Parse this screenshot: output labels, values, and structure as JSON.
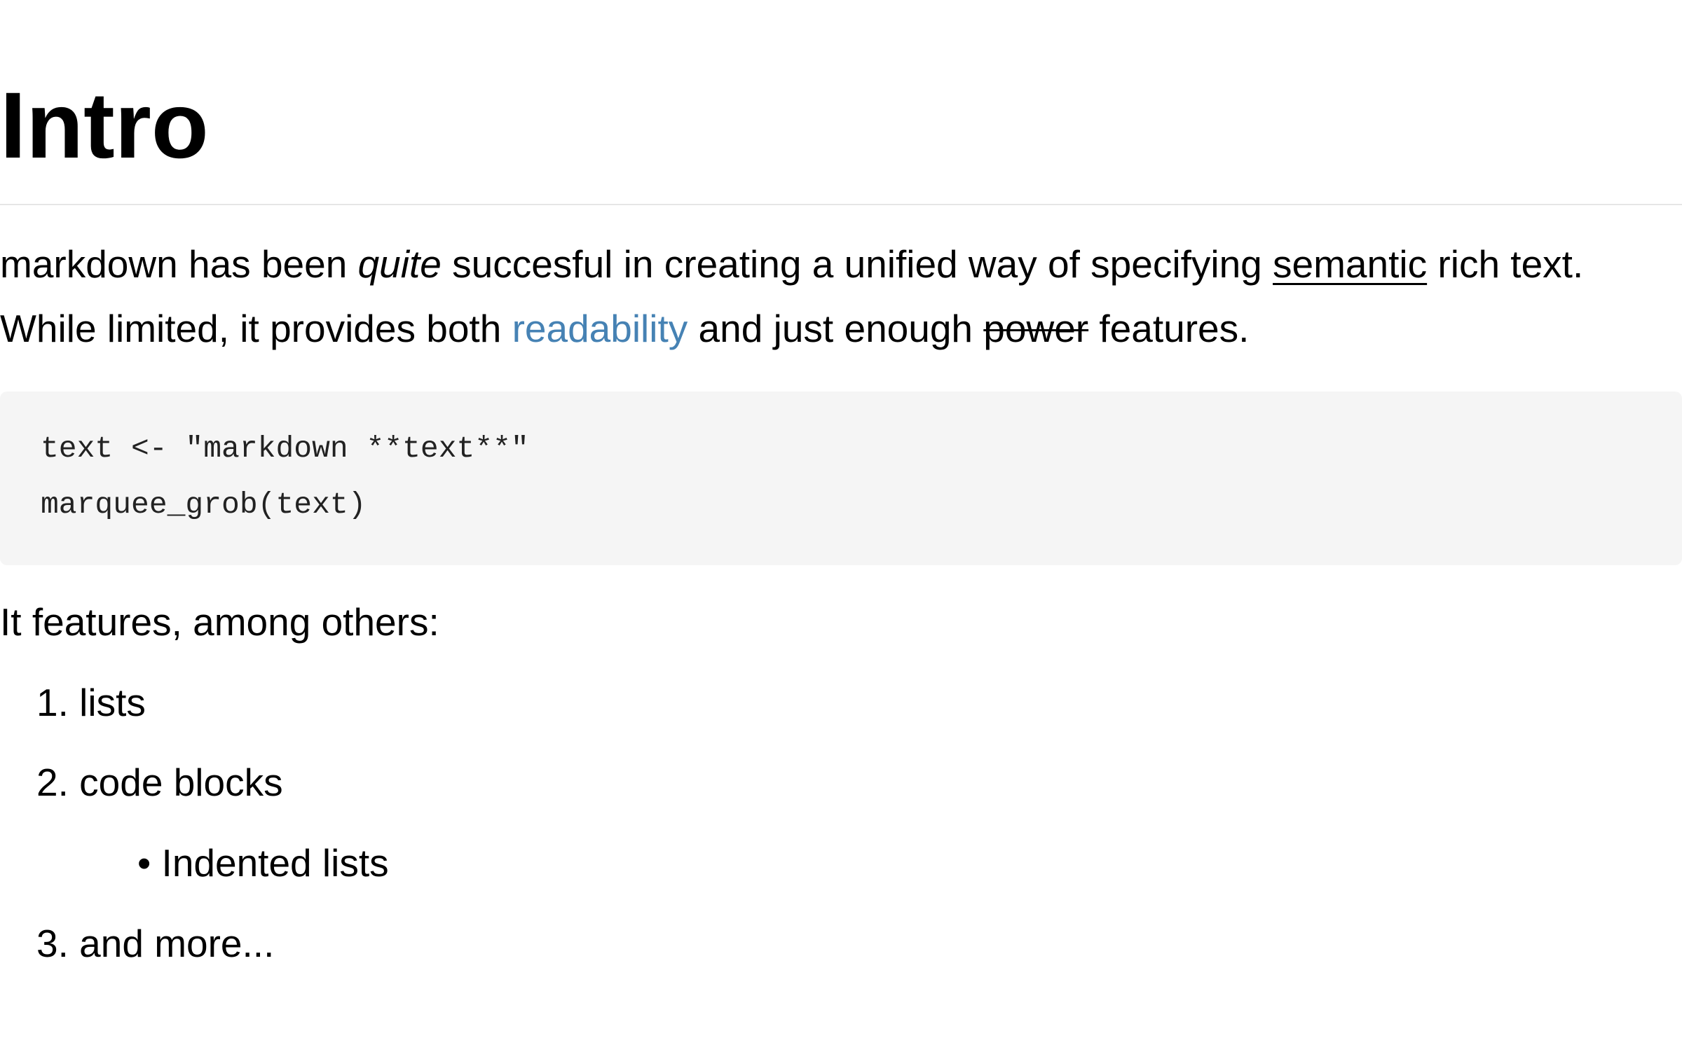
{
  "heading": "Intro",
  "paragraph": {
    "line1": {
      "pre": "markdown has been ",
      "em": "quite",
      "mid": " succesful in creating a unified way of specifying ",
      "underline": "semantic",
      "post": " rich text."
    },
    "line2": {
      "pre": "While limited, it provides both ",
      "link": "readability",
      "mid": " and just enough ",
      "strike": "power",
      "post": " features."
    }
  },
  "code_block": {
    "lines": [
      "text <- \"markdown **text**\"",
      "marquee_grob(text)"
    ]
  },
  "features_intro": "It features, among others:",
  "list": [
    {
      "marker": "1.",
      "text": "lists"
    },
    {
      "marker": "2.",
      "text": "code blocks"
    },
    {
      "marker": "•",
      "text": "Indented lists"
    },
    {
      "marker": "3.",
      "text": "and more..."
    }
  ],
  "colors": {
    "link": "#4682B4",
    "code_background": "#F5F5F5",
    "rule": "#E6E6E6"
  }
}
